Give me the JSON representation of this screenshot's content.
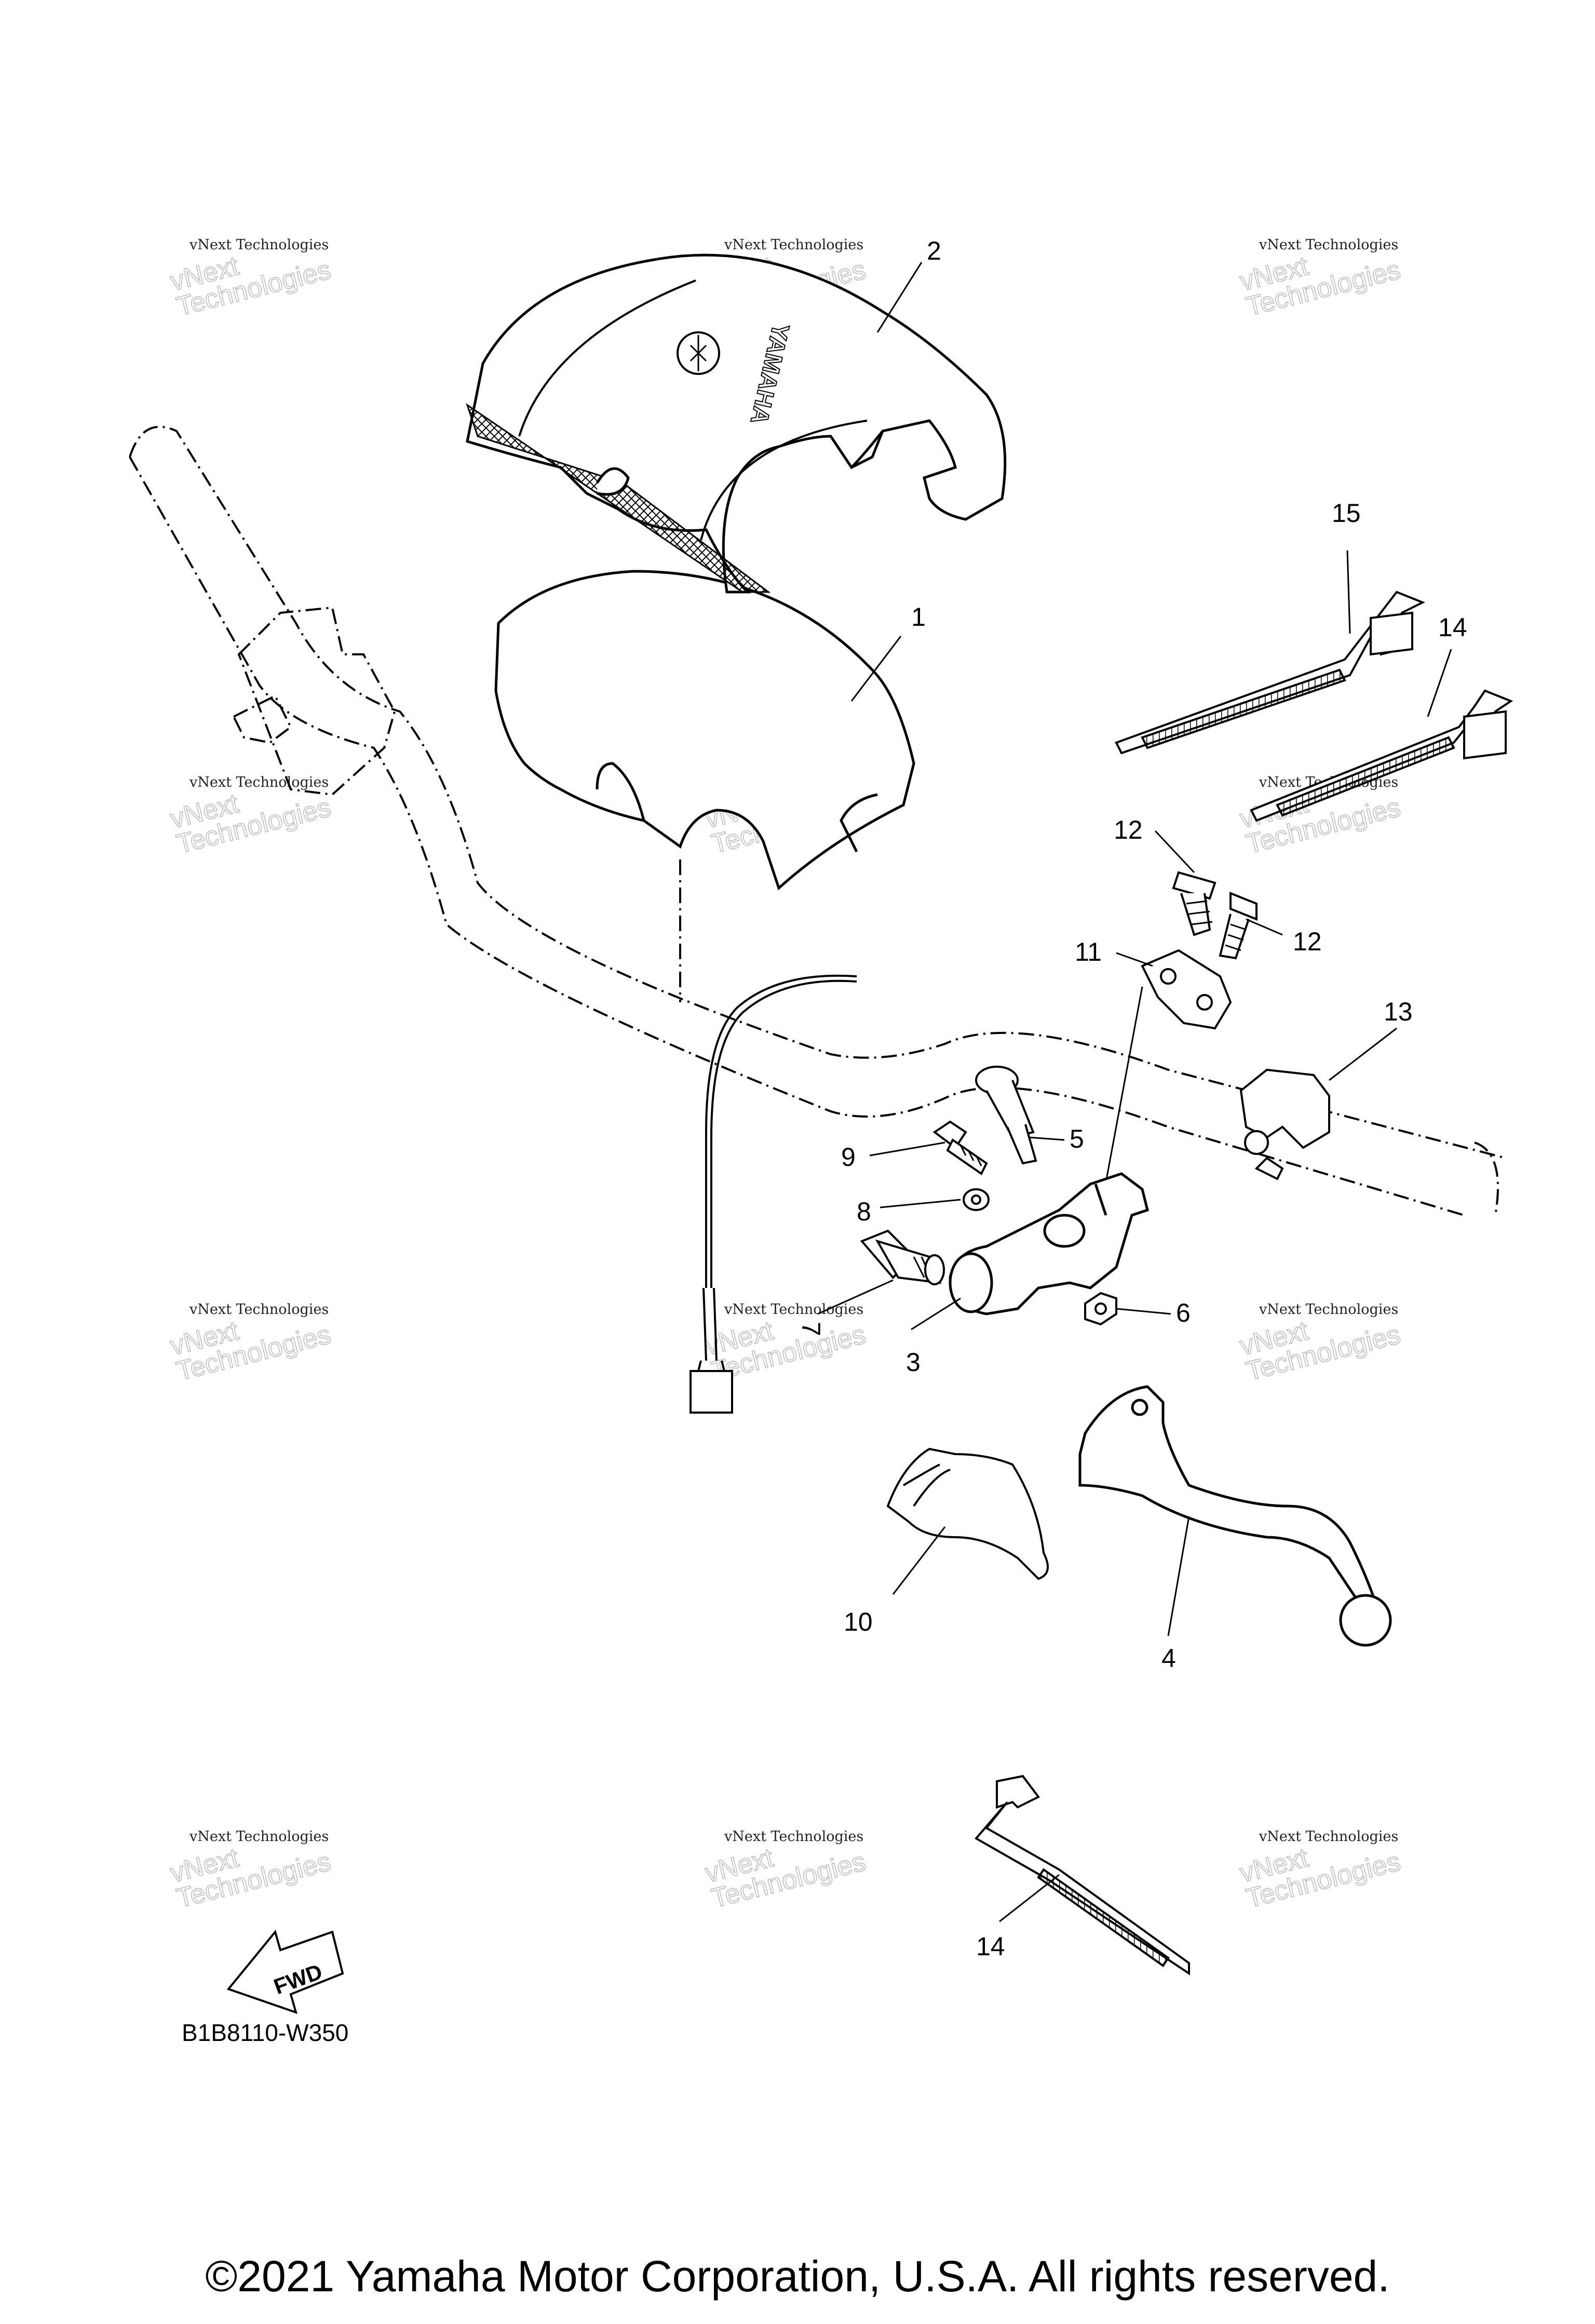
{
  "diagram_code": "B1B8110-W350",
  "fwd_label": "FWD",
  "brand_logo_text": "YAMAHA",
  "copyright": "©2021 Yamaha Motor Corporation, U.S.A. All rights reserved.",
  "watermark": {
    "line1": "vNext Technologies",
    "line2": "vNext",
    "line3": "Technologies"
  },
  "callouts": [
    "1",
    "2",
    "3",
    "4",
    "5",
    "6",
    "7",
    "8",
    "9",
    "10",
    "11",
    "12",
    "12",
    "13",
    "14",
    "14",
    "15"
  ],
  "colors": {
    "line": "#000000",
    "background": "#ffffff",
    "watermark_outline": "#bdbdbd"
  }
}
